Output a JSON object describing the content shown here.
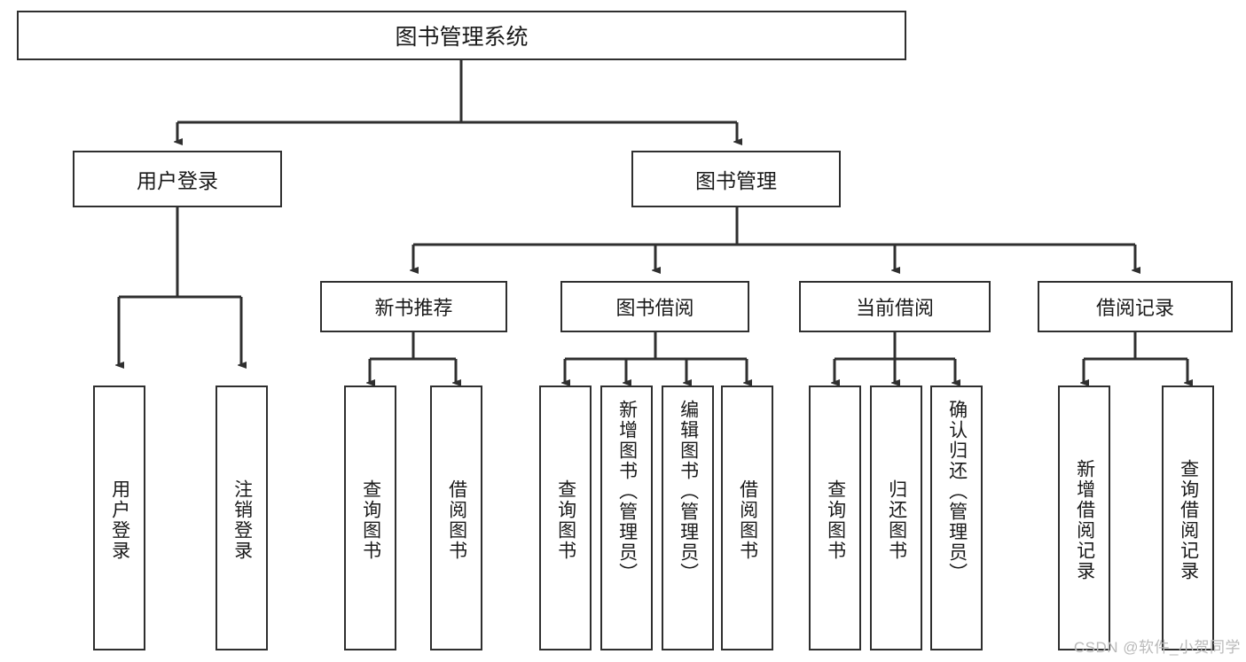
{
  "diagram": {
    "title": "图书管理系统",
    "type": "tree-hierarchy",
    "root": {
      "label": "图书管理系统"
    },
    "level2": [
      {
        "label": "用户登录"
      },
      {
        "label": "图书管理"
      }
    ],
    "level3": [
      {
        "label": "新书推荐"
      },
      {
        "label": "图书借阅"
      },
      {
        "label": "当前借阅"
      },
      {
        "label": "借阅记录"
      }
    ],
    "leaves": {
      "user_login": [
        {
          "label": "用户登录"
        },
        {
          "label": "注销登录"
        }
      ],
      "new_book_recommend": [
        {
          "label": "查询图书"
        },
        {
          "label": "借阅图书"
        }
      ],
      "book_borrow": [
        {
          "label": "查询图书"
        },
        {
          "label": "新增图书（管理员）"
        },
        {
          "label": "编辑图书（管理员）"
        },
        {
          "label": "借阅图书"
        }
      ],
      "current_borrow": [
        {
          "label": "查询图书"
        },
        {
          "label": "归还图书"
        },
        {
          "label": "确认归还（管理员）"
        }
      ],
      "borrow_record": [
        {
          "label": "新增借阅记录"
        },
        {
          "label": "查询借阅记录"
        }
      ]
    }
  },
  "watermark": {
    "text": "CSDN @软件_小贺同学"
  },
  "colors": {
    "stroke": "#2f2f2f",
    "background": "#ffffff",
    "text": "#1a1a1a",
    "watermark": "#b9b9b9"
  }
}
